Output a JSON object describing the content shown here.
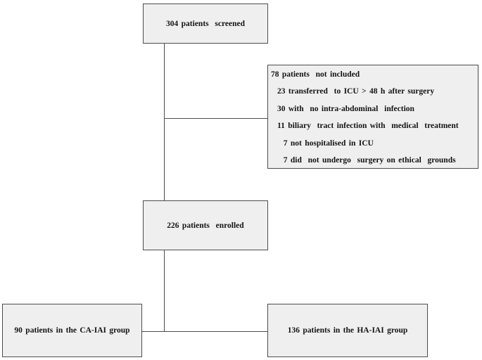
{
  "diagram": {
    "type": "patient-flow-chart",
    "colors": {
      "background": "#ffffff",
      "box_fill": "#efefef",
      "box_border": "#4c4c4c",
      "connector": "#4c4c4c",
      "text": "#141414"
    },
    "boxes": {
      "screened": {
        "label": "304 patients  screened"
      },
      "excluded": {
        "title": "78 patients  not included",
        "items": [
          "23 transferred  to ICU > 48 h after surgery",
          "30 with  no intra-abdominal  infection",
          "11 biliary  tract infection with  medical  treatment",
          "  7 not hospitalised in ICU",
          "  7 did  not undergo  surgery on ethical  grounds"
        ]
      },
      "enrolled": {
        "label": "226 patients  enrolled"
      },
      "ca_iai": {
        "label": "90 patients in the CA-IAI group"
      },
      "ha_iai": {
        "label": "136 patients in the HA-IAI group"
      }
    }
  }
}
